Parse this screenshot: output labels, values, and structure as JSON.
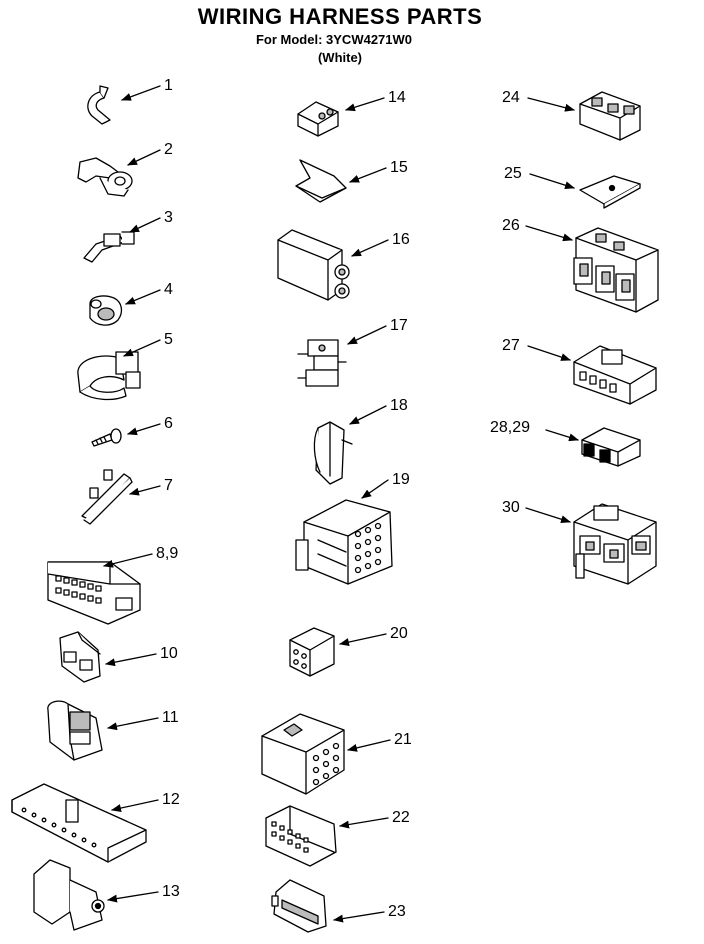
{
  "header": {
    "title": "WIRING HARNESS PARTS",
    "model_line": "For Model: 3YCW4271W0",
    "color_line": "(White)"
  },
  "parts": [
    {
      "num": "1"
    },
    {
      "num": "2"
    },
    {
      "num": "3"
    },
    {
      "num": "4"
    },
    {
      "num": "5"
    },
    {
      "num": "6"
    },
    {
      "num": "7"
    },
    {
      "num": "8,9"
    },
    {
      "num": "10"
    },
    {
      "num": "11"
    },
    {
      "num": "12"
    },
    {
      "num": "13"
    },
    {
      "num": "14"
    },
    {
      "num": "15"
    },
    {
      "num": "16"
    },
    {
      "num": "17"
    },
    {
      "num": "18"
    },
    {
      "num": "19"
    },
    {
      "num": "20"
    },
    {
      "num": "21"
    },
    {
      "num": "22"
    },
    {
      "num": "23"
    },
    {
      "num": "24"
    },
    {
      "num": "25"
    },
    {
      "num": "26"
    },
    {
      "num": "27"
    },
    {
      "num": "28,29"
    },
    {
      "num": "30"
    }
  ]
}
